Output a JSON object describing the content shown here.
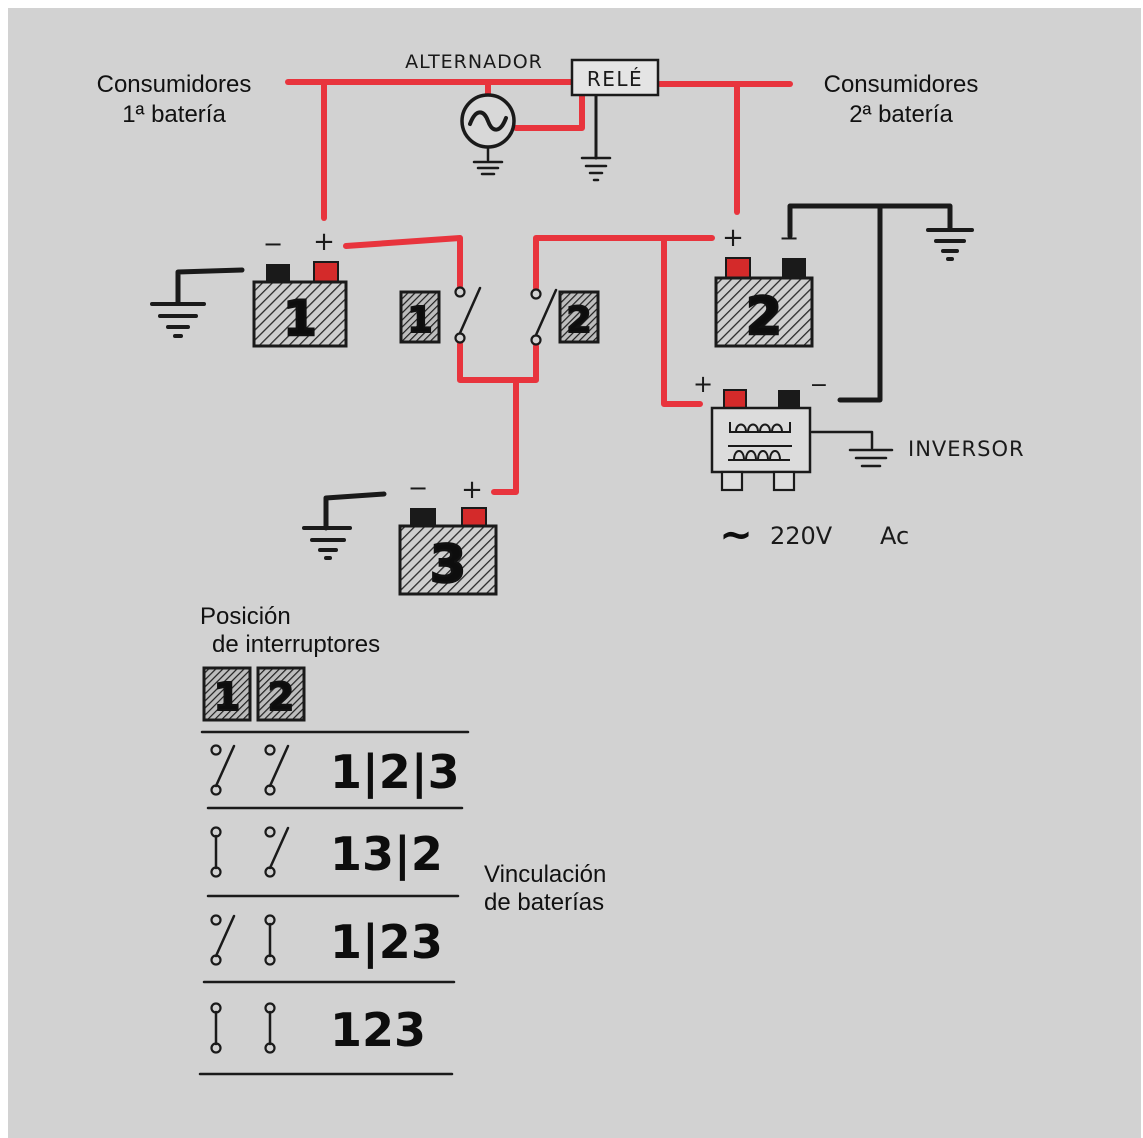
{
  "colors": {
    "paper": "#d2d2d2",
    "wire_positive": "#e8343d",
    "wire_ground": "#1a1a1a",
    "terminal_positive": "#d42a2a",
    "terminal_negative": "#1a1a1a",
    "battery_hatch": "#2a2a2a"
  },
  "labels": {
    "consumers_left_line1": "Consumidores",
    "consumers_left_line2": "1ª batería",
    "consumers_right_line1": "Consumidores",
    "consumers_right_line2": "2ª batería",
    "alternator": "ALTERNADOR",
    "relay": "RELÉ",
    "inverter": "INVERSOR",
    "ac_output_voltage": "220V",
    "ac_output_type": "Ac",
    "ac_symbol": "~",
    "plus": "+",
    "minus": "−"
  },
  "batteries": [
    {
      "number": "1"
    },
    {
      "number": "2"
    },
    {
      "number": "3"
    }
  ],
  "switches": [
    {
      "number": "1"
    },
    {
      "number": "2"
    }
  ],
  "legend": {
    "title_line1": "Posición",
    "title_line2": "de interruptores",
    "switch_badges": [
      "1",
      "2"
    ],
    "side_label_line1": "Vinculación",
    "side_label_line2": "de baterías",
    "rows": [
      {
        "switch1": "open",
        "switch2": "open",
        "grouping": "1|2|3"
      },
      {
        "switch1": "closed",
        "switch2": "open",
        "grouping": "13|2"
      },
      {
        "switch1": "open",
        "switch2": "closed",
        "grouping": "1|23"
      },
      {
        "switch1": "closed",
        "switch2": "closed",
        "grouping": "123"
      }
    ]
  }
}
